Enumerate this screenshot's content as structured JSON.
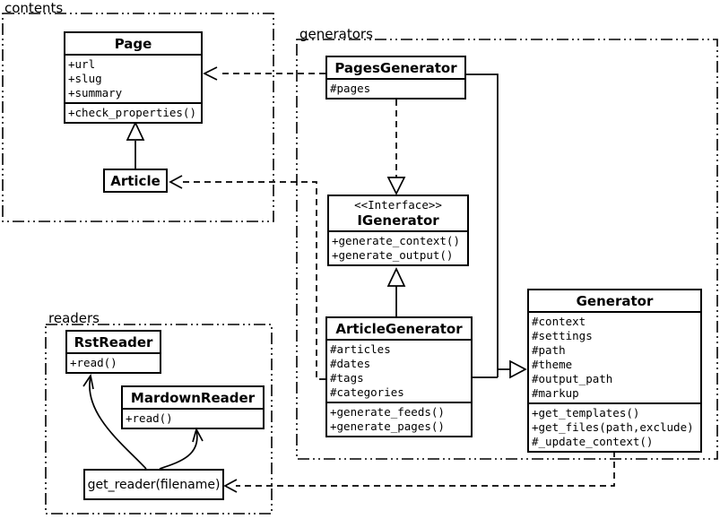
{
  "diagram_type": "uml-class-diagram",
  "colors": {
    "line": "#000000",
    "background": "#ffffff",
    "box_fill": "#ffffff",
    "text": "#000000"
  },
  "packages": {
    "contents": {
      "label": "contents"
    },
    "generators": {
      "label": "generators"
    },
    "readers": {
      "label": "readers"
    }
  },
  "classes": {
    "page": {
      "title": "Page",
      "attributes": [
        "+url",
        "+slug",
        "+summary"
      ],
      "methods": [
        "+check_properties()"
      ]
    },
    "article": {
      "title": "Article"
    },
    "pages_generator": {
      "title": "PagesGenerator",
      "attributes": [
        "#pages"
      ]
    },
    "igenerator": {
      "stereotype": "<<Interface>>",
      "title": "IGenerator",
      "methods": [
        "+generate_context()",
        "+generate_output()"
      ]
    },
    "article_generator": {
      "title": "ArticleGenerator",
      "attributes": [
        "#articles",
        "#dates",
        "#tags",
        "#categories"
      ],
      "methods": [
        "+generate_feeds()",
        "+generate_pages()"
      ]
    },
    "generator": {
      "title": "Generator",
      "attributes": [
        "#context",
        "#settings",
        "#path",
        "#theme",
        "#output_path",
        "#markup"
      ],
      "methods": [
        "+get_templates()",
        "+get_files(path,exclude)",
        "#_update_context()"
      ]
    },
    "rst_reader": {
      "title": "RstReader",
      "methods": [
        "+read()"
      ]
    },
    "markdown_reader": {
      "title": "MardownReader",
      "methods": [
        "+read()"
      ]
    },
    "get_reader": {
      "title": "get_reader(filename)"
    }
  },
  "relationships": [
    {
      "from": "Article",
      "to": "Page",
      "type": "inheritance",
      "line": "solid",
      "head": "hollow-triangle"
    },
    {
      "from": "PagesGenerator",
      "to": "Page",
      "type": "dependency",
      "line": "dashed",
      "head": "open"
    },
    {
      "from": "ArticleGenerator",
      "to": "Article",
      "type": "dependency",
      "line": "dashed",
      "head": "open"
    },
    {
      "from": "PagesGenerator",
      "to": "IGenerator",
      "type": "realization",
      "line": "dashed",
      "head": "hollow-triangle"
    },
    {
      "from": "ArticleGenerator",
      "to": "IGenerator",
      "type": "inheritance",
      "line": "solid",
      "head": "hollow-triangle"
    },
    {
      "from": "PagesGenerator",
      "to": "Generator",
      "type": "inheritance",
      "line": "solid",
      "head": "hollow-triangle"
    },
    {
      "from": "ArticleGenerator",
      "to": "Generator",
      "type": "inheritance",
      "line": "solid",
      "head": "hollow-triangle"
    },
    {
      "from": "Generator",
      "to": "get_reader(filename)",
      "type": "dependency",
      "line": "dashed",
      "head": "open"
    },
    {
      "from": "get_reader(filename)",
      "to": "RstReader",
      "type": "call",
      "line": "solid-curved",
      "head": "open"
    },
    {
      "from": "get_reader(filename)",
      "to": "MardownReader",
      "type": "call",
      "line": "solid-curved",
      "head": "open"
    }
  ]
}
